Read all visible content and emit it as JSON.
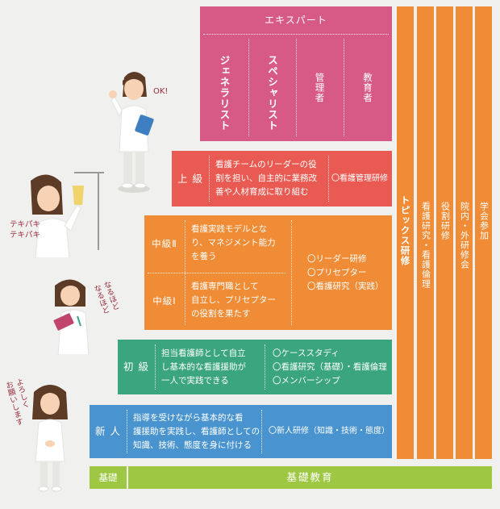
{
  "colors": {
    "expert": "#d75a86",
    "advanced": "#e95b52",
    "mid": "#ef8c35",
    "beginner": "#3aa57e",
    "newcomer": "#4993cf",
    "base": "#9ec844",
    "vertical": "#ef8c35"
  },
  "expert": {
    "title": "エキスパート",
    "columns": [
      {
        "label": "ジェネラリスト",
        "bold": true
      },
      {
        "label": "スペシャリスト",
        "bold": true
      },
      {
        "label": "管理者",
        "bold": false
      },
      {
        "label": "教育者",
        "bold": false
      }
    ]
  },
  "levels": {
    "advanced": {
      "label": "上 級",
      "desc": [
        "看護チームのリーダーの役",
        "割を担い、自主的に業務改",
        "善や人材育成に取り組む"
      ],
      "training": [
        "〇看護管理研修"
      ]
    },
    "mid2": {
      "label": "中級Ⅱ",
      "desc": [
        "看護実践モデルとな",
        "り、マネジメント能力",
        "を養う"
      ]
    },
    "mid1": {
      "label": "中級Ⅰ",
      "desc": [
        "看護専門職として",
        "自立し、プリセプター",
        "の役割を果たす"
      ]
    },
    "mid_training": [
      "〇リーダー研修",
      "〇プリセプター",
      "〇看護研究（実践）"
    ],
    "beginner": {
      "label": "初 級",
      "desc": [
        "担当看護師として自立",
        "し基本的な看護援助が",
        "一人で実践できる"
      ],
      "training": [
        "〇ケーススタディ",
        "〇看護研究（基礎）・看護倫理",
        "〇メンバーシップ"
      ]
    },
    "newcomer": {
      "label": "新 人",
      "desc": [
        "指導を受けながら基本的な看",
        "護援助を実践し、看護師としての",
        "知識、技術、態度を身に付ける"
      ],
      "training": [
        "〇新人研修（知識・技術・態度）"
      ]
    },
    "base": {
      "label": "基礎",
      "desc": "基礎教育"
    }
  },
  "verticals": [
    "トピックス研修",
    "看護研究・看護倫理",
    "役割研修",
    "院内・外研修会",
    "学会参加"
  ],
  "figures": {
    "top": "OK!",
    "second_line1": "テキパキ",
    "second_line2": "テキパキ",
    "third_line1": "なるほど",
    "third_line2": "なるほど",
    "fourth_line1": "よろしく",
    "fourth_line2": "お願いします"
  }
}
